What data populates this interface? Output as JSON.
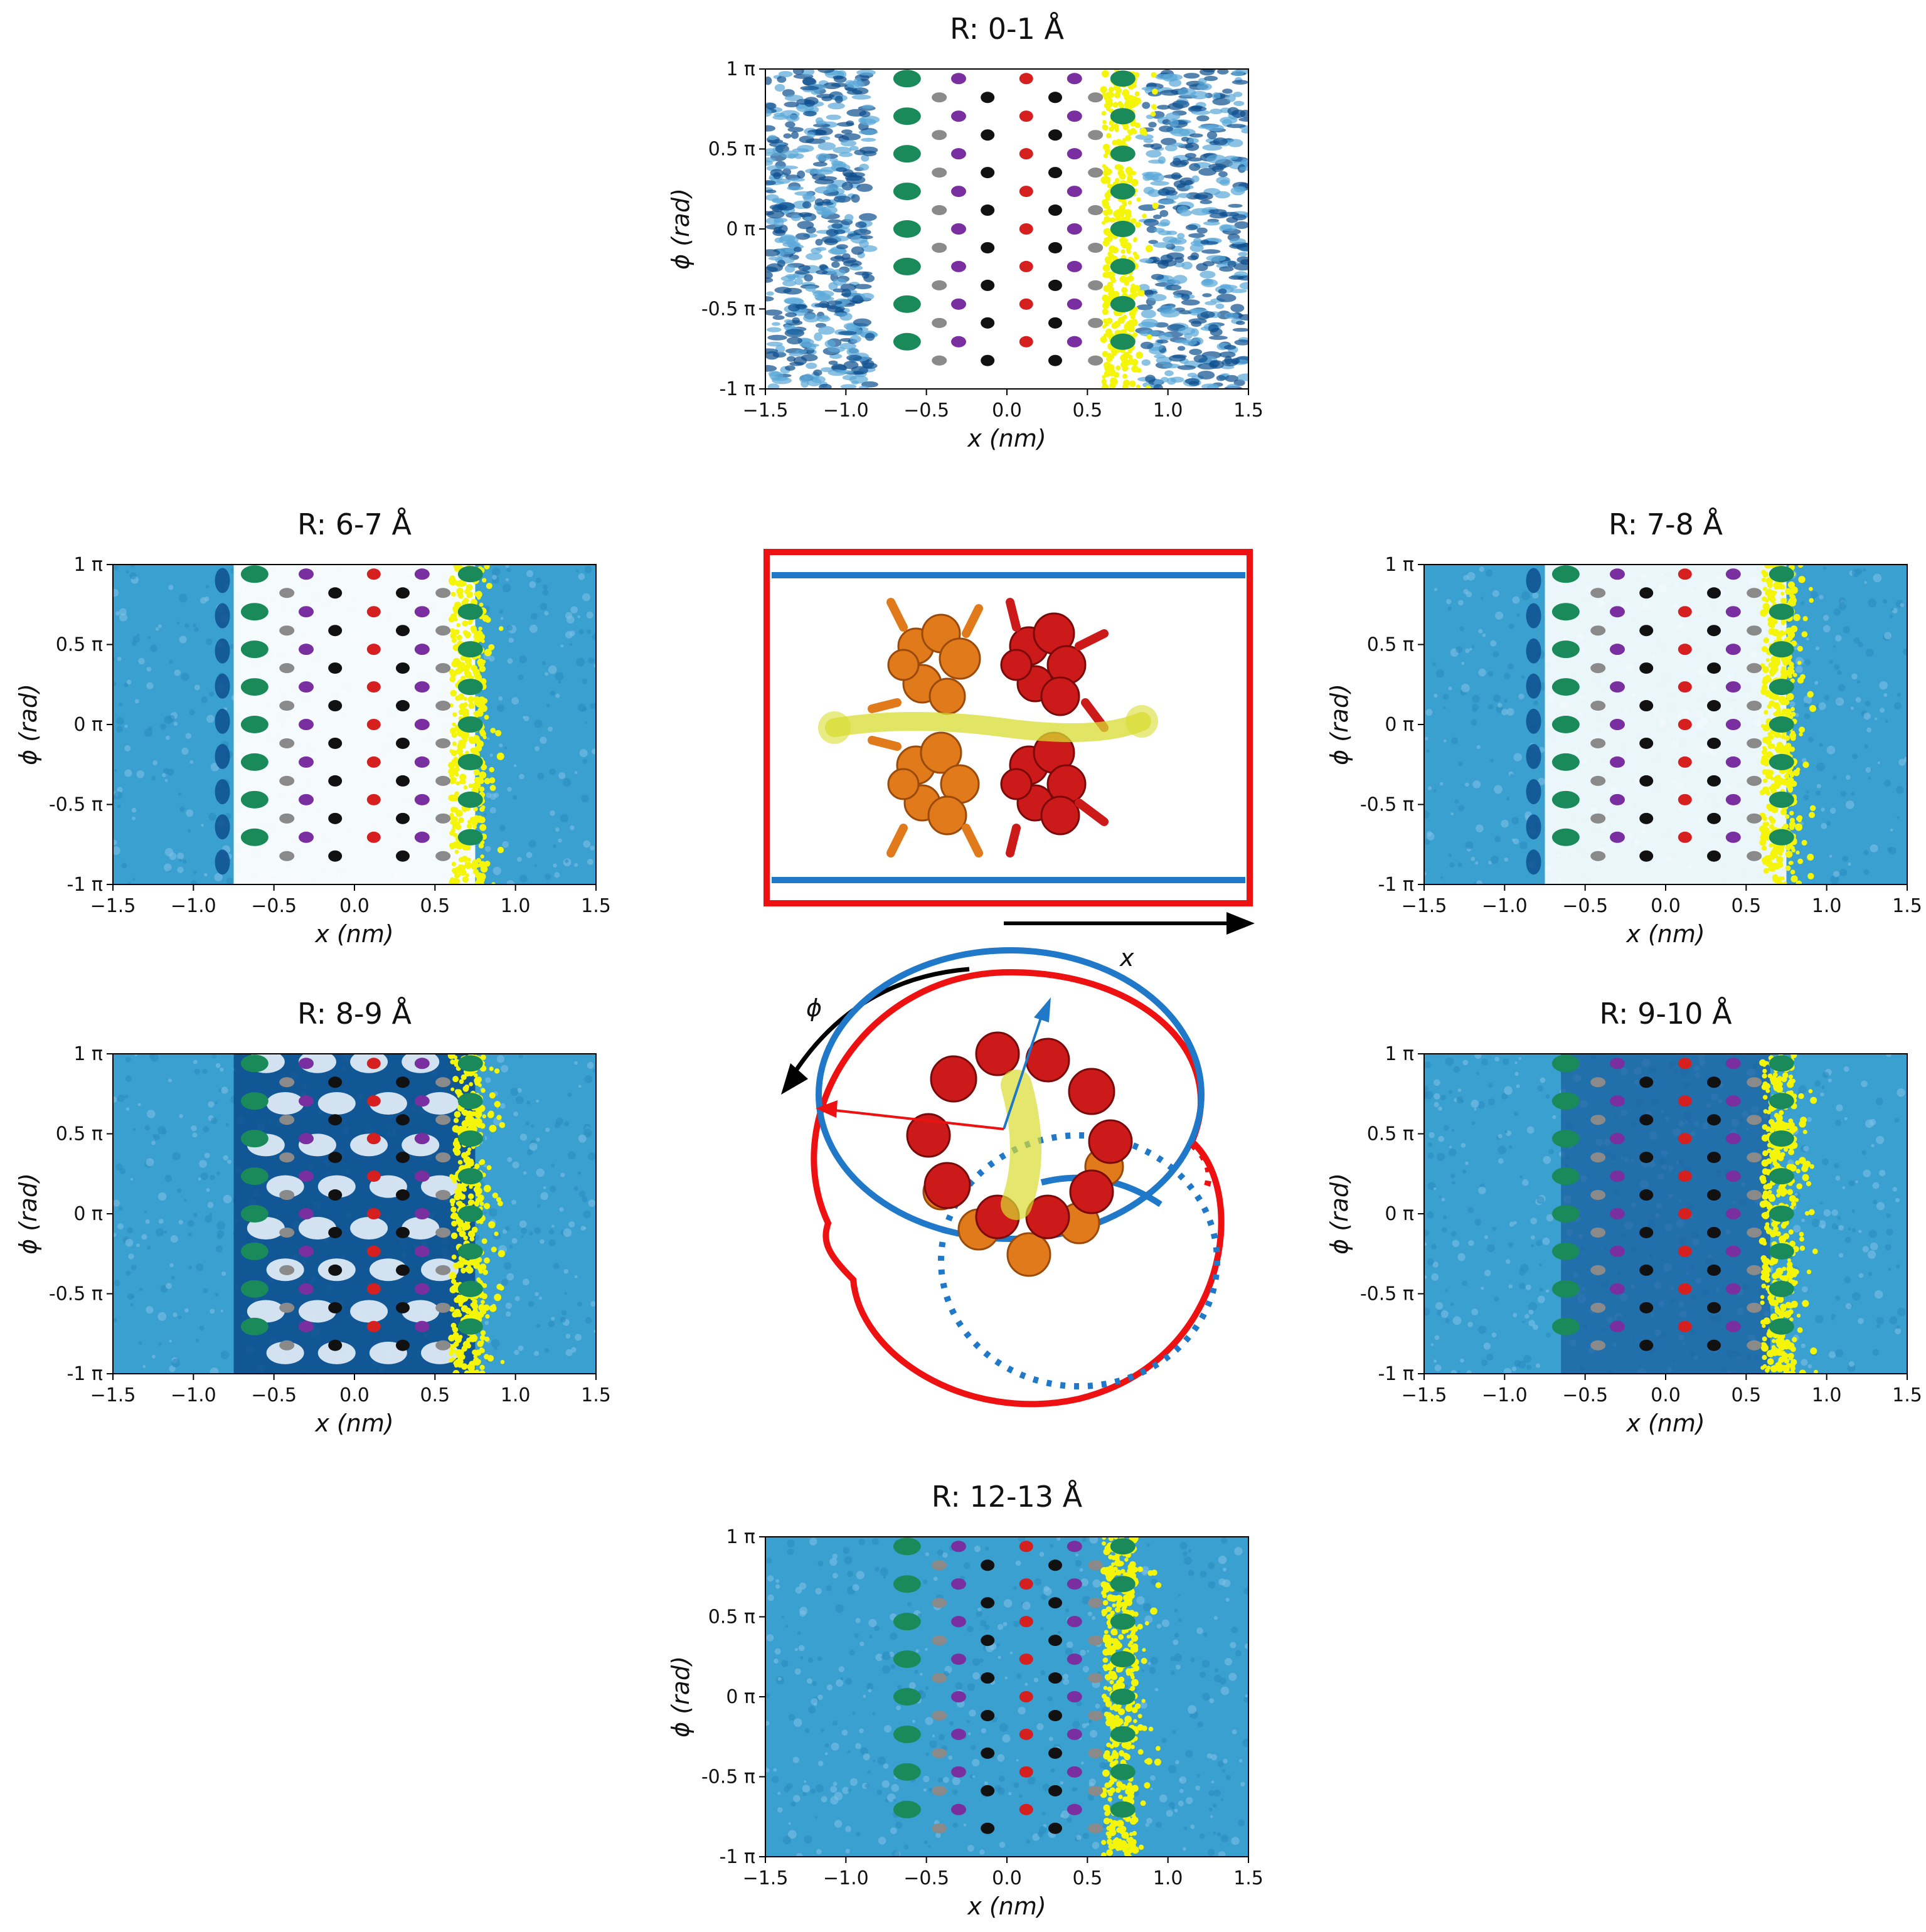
{
  "figure": {
    "panels": [
      {
        "id": "r0-1",
        "title": "R: 0-1 Å",
        "variant": "core"
      },
      {
        "id": "r6-7",
        "title": "R: 6-7 Å",
        "variant": "inner"
      },
      {
        "id": "r7-8",
        "title": "R: 7-8 Å",
        "variant": "mid"
      },
      {
        "id": "r8-9",
        "title": "R: 8-9 Å",
        "variant": "dense"
      },
      {
        "id": "r9-10",
        "title": "R: 9-10 Å",
        "variant": "outer"
      },
      {
        "id": "r12-13",
        "title": "R: 12-13 Å",
        "variant": "far"
      }
    ],
    "axes": {
      "x_label_var": "x",
      "x_label_unit": "(nm)",
      "y_label_var": "ϕ",
      "y_label_unit": "(rad)",
      "x_ticks": [
        "−1.5",
        "−1.0",
        "−0.5",
        "0.0",
        "0.5",
        "1.0",
        "1.5"
      ],
      "x_tick_values": [
        -1.5,
        -1.0,
        -0.5,
        0.0,
        0.5,
        1.0,
        1.5
      ],
      "y_ticks": [
        "1 π",
        "0.5 π",
        "0 π",
        "-0.5 π",
        "-1 π"
      ],
      "y_tick_values": [
        1,
        0.5,
        0,
        -0.5,
        -1
      ]
    },
    "xlim": [
      -1.5,
      1.5
    ],
    "ylim": [
      -1,
      1
    ],
    "colors": {
      "background_field": "#3aa0d0",
      "dark_blue": "#0d4f8f",
      "yellow_band": "#f5f50a",
      "green_marker": "#1a8a5a",
      "gray_marker": "#8a8a8a",
      "purple_marker": "#7a2fa0",
      "black_marker": "#111111",
      "red_marker": "#d62020",
      "frame_red": "#ee1111",
      "line_blue": "#1f78c8",
      "molecule_orange": "#e07a1a",
      "molecule_red": "#cc1a1a",
      "ligand_yellow": "#d8dc30"
    },
    "diagram": {
      "x_axis_label": "x",
      "phi_label": "ϕ"
    }
  }
}
